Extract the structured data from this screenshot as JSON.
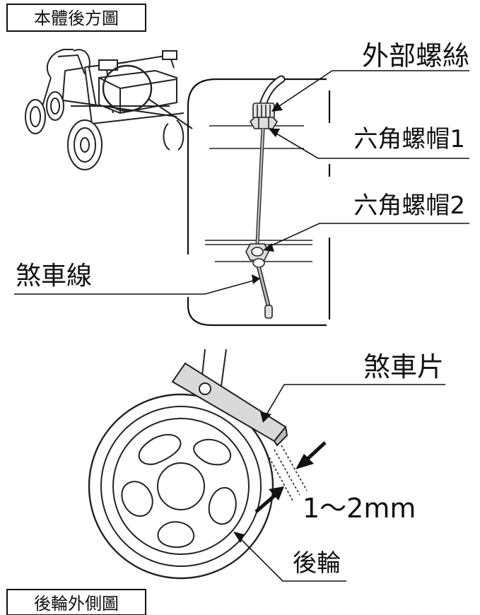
{
  "labels": {
    "rear_view_title": "本體後方圖",
    "outer_screw": "外部螺絲",
    "hex_nut_1": "六角螺帽1",
    "hex_nut_2": "六角螺帽2",
    "brake_cable": "煞車線",
    "brake_pad": "煞車片",
    "gap": "1～2mm",
    "rear_wheel": "後輪",
    "rear_wheel_outer_title": "後輪外側圖"
  }
}
